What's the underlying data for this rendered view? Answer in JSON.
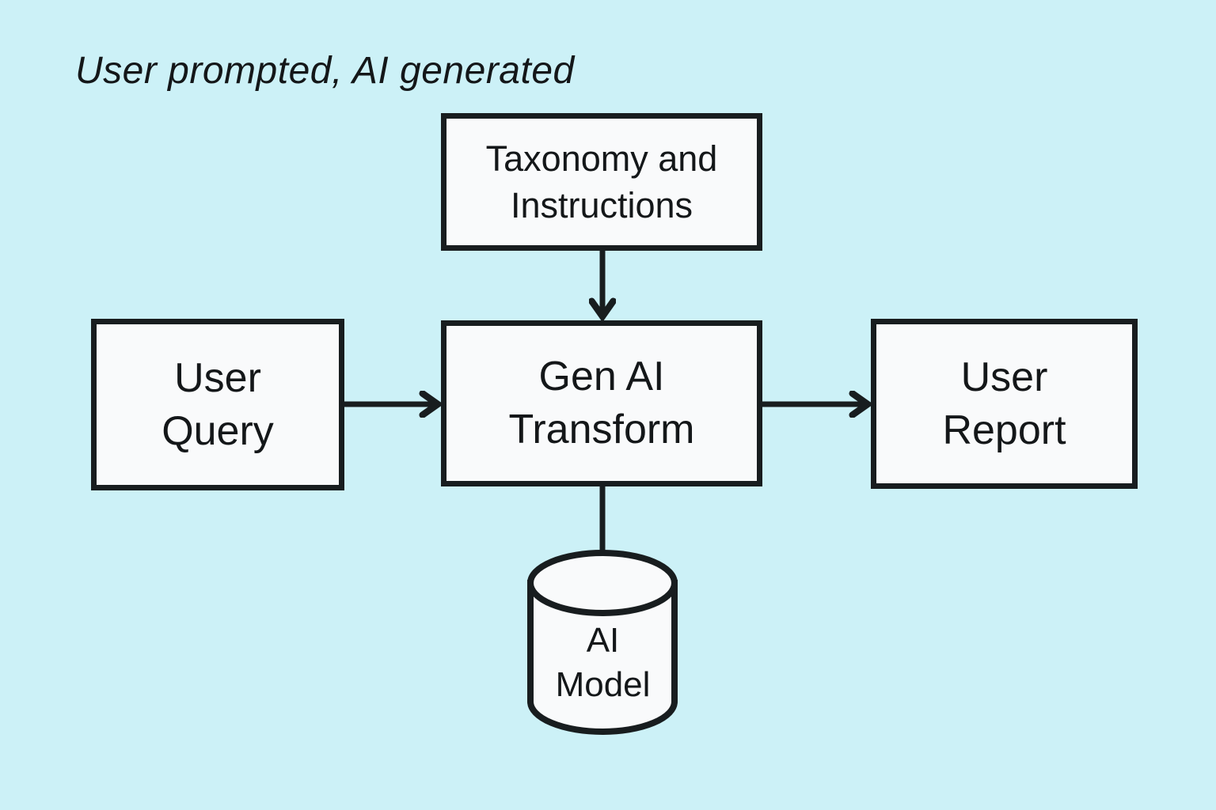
{
  "title": "User prompted, AI generated",
  "colors": {
    "background": "#ccf1f7",
    "node_fill": "#f9fafb",
    "line": "#181d1f",
    "text": "#141719"
  },
  "nodes": {
    "taxonomy": {
      "shape": "rect",
      "lines": [
        "Taxonomy and",
        "Instructions"
      ]
    },
    "user_query": {
      "shape": "rect",
      "lines": [
        "User",
        "Query"
      ]
    },
    "gen_ai": {
      "shape": "rect",
      "lines": [
        "Gen AI",
        "Transform"
      ]
    },
    "user_report": {
      "shape": "rect",
      "lines": [
        "User",
        "Report"
      ]
    },
    "ai_model": {
      "shape": "cylinder",
      "lines": [
        "AI",
        "Model"
      ]
    }
  },
  "edges": [
    {
      "from": "taxonomy",
      "to": "gen_ai",
      "direction": "down",
      "arrow": true
    },
    {
      "from": "user_query",
      "to": "gen_ai",
      "direction": "right",
      "arrow": true
    },
    {
      "from": "gen_ai",
      "to": "user_report",
      "direction": "right",
      "arrow": true
    },
    {
      "from": "gen_ai",
      "to": "ai_model",
      "direction": "down",
      "arrow": false
    }
  ]
}
